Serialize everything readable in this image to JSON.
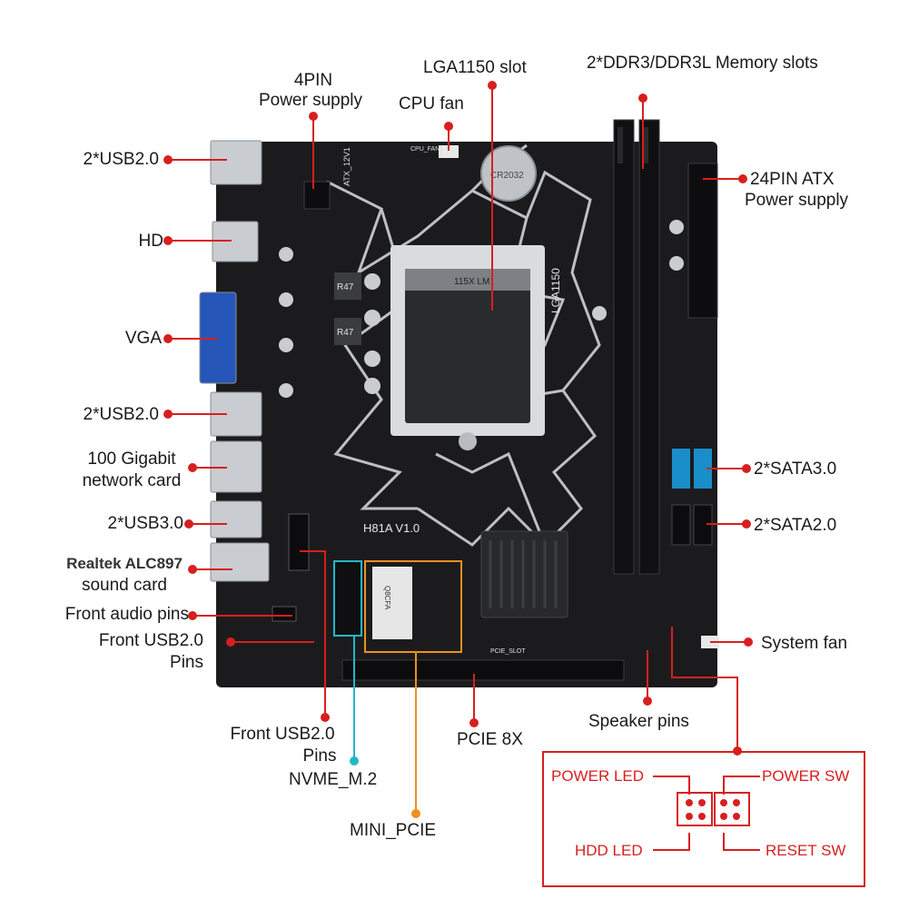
{
  "labels": {
    "power_4pin": [
      "4PIN",
      "Power supply"
    ],
    "lga1150": "LGA1150 slot",
    "cpu_fan": "CPU fan",
    "memory": "2*DDR3/DDR3L Memory slots",
    "atx24": [
      "24PIN ATX",
      "Power supply"
    ],
    "usb20_top": "2*USB2.0",
    "hd": "HD",
    "vga": "VGA",
    "usb20_mid": "2*USB2.0",
    "network": [
      "100 Gigabit",
      "network card"
    ],
    "usb30": "2*USB3.0",
    "sound": [
      "Realtek ALC897",
      "sound card"
    ],
    "front_audio": "Front audio pins",
    "front_usb_left": [
      "Front USB2.0",
      "Pins"
    ],
    "sata3": "2*SATA3.0",
    "sata2": "2*SATA2.0",
    "system_fan": "System fan",
    "speaker": "Speaker pins",
    "front_usb_bottom": [
      "Front USB2.0",
      "Pins"
    ],
    "pcie8x": "PCIE 8X",
    "nvme": "NVME_M.2",
    "mini_pcie": "MINI_PCIE"
  },
  "board_silkscreen": {
    "model": "H81A V1.0",
    "socket": "LGA1150",
    "socket_cap": "115X LM",
    "atx12v": "ATX_12V1",
    "cpu_fan1": "CPU_FAN1",
    "pcie_slot": "PCIE_SLOT",
    "minipcie_mark": "Q8CFA",
    "inductor": "R47",
    "coin_battery": "CR2032"
  },
  "front_panel": {
    "power_led": "POWER LED",
    "power_sw": "POWER SW",
    "hdd_led": "HDD  LED",
    "reset_sw": "RESET SW"
  },
  "colors": {
    "label_line": "#d81f1f",
    "nvme_line": "#22b8c8",
    "mini_pcie_line": "#f0901e",
    "board": "#1b1b1d",
    "sata3_port": "#1a8ec9"
  }
}
